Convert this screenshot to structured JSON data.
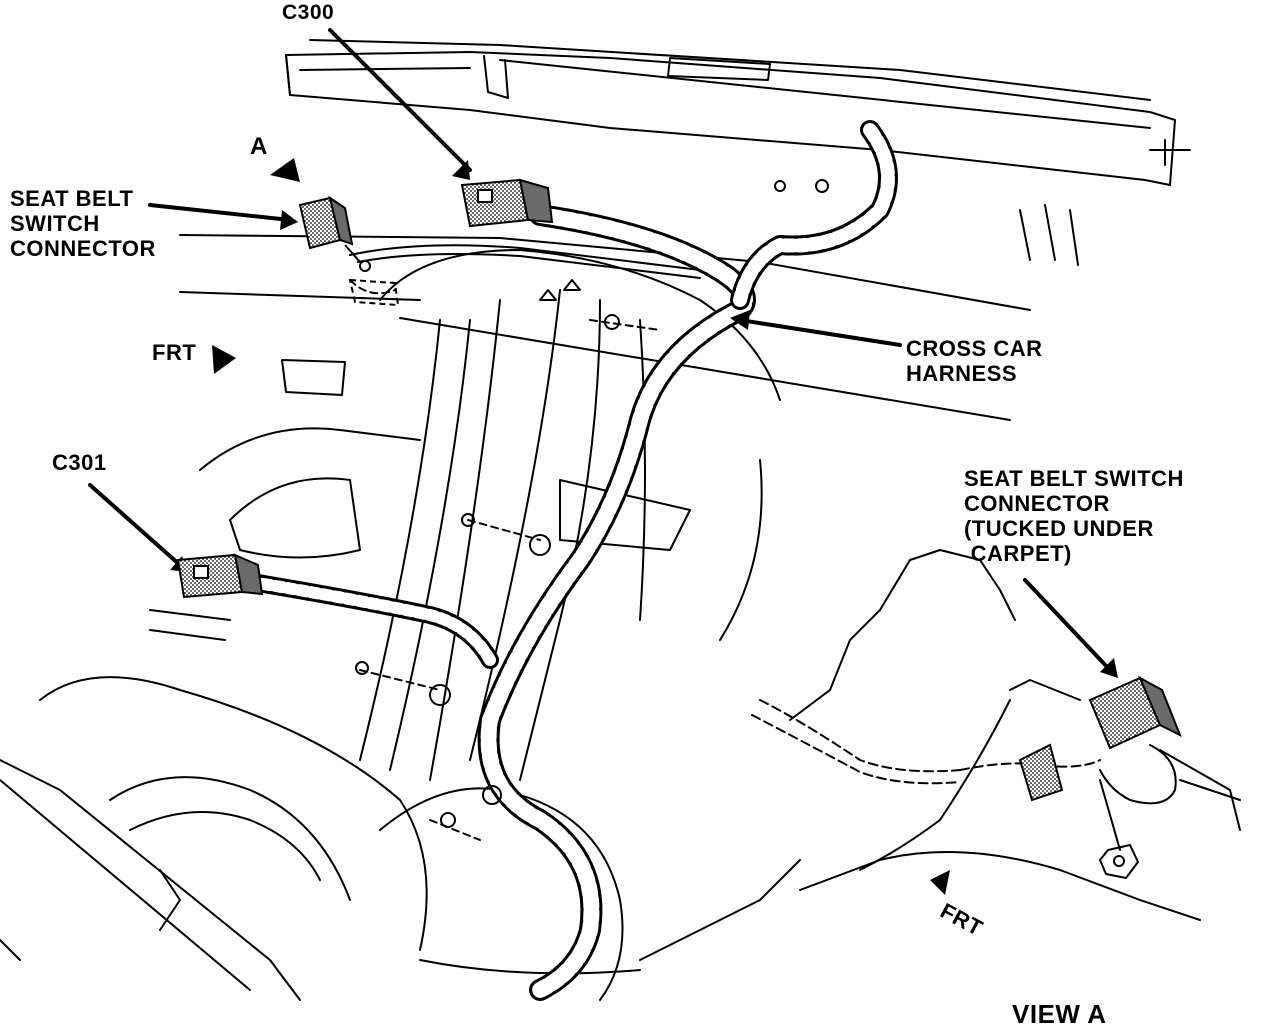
{
  "labels": {
    "c300": "C300",
    "view_a_marker": "A",
    "seat_belt_switch_connector": [
      "SEAT BELT",
      "SWITCH",
      "CONNECTOR"
    ],
    "frt_main": "FRT",
    "cross_car_harness": [
      "CROSS CAR",
      "HARNESS"
    ],
    "c301": "C301",
    "seat_belt_switch_connector_tucked": [
      "SEAT BELT SWITCH",
      "CONNECTOR",
      "(TUCKED UNDER",
      " CARPET)"
    ],
    "frt_view_a": "FRT",
    "view_a_title": "VIEW A"
  },
  "colors": {
    "ink": "#000000",
    "paper": "#ffffff",
    "connector_fill": "#6a6a6a"
  }
}
